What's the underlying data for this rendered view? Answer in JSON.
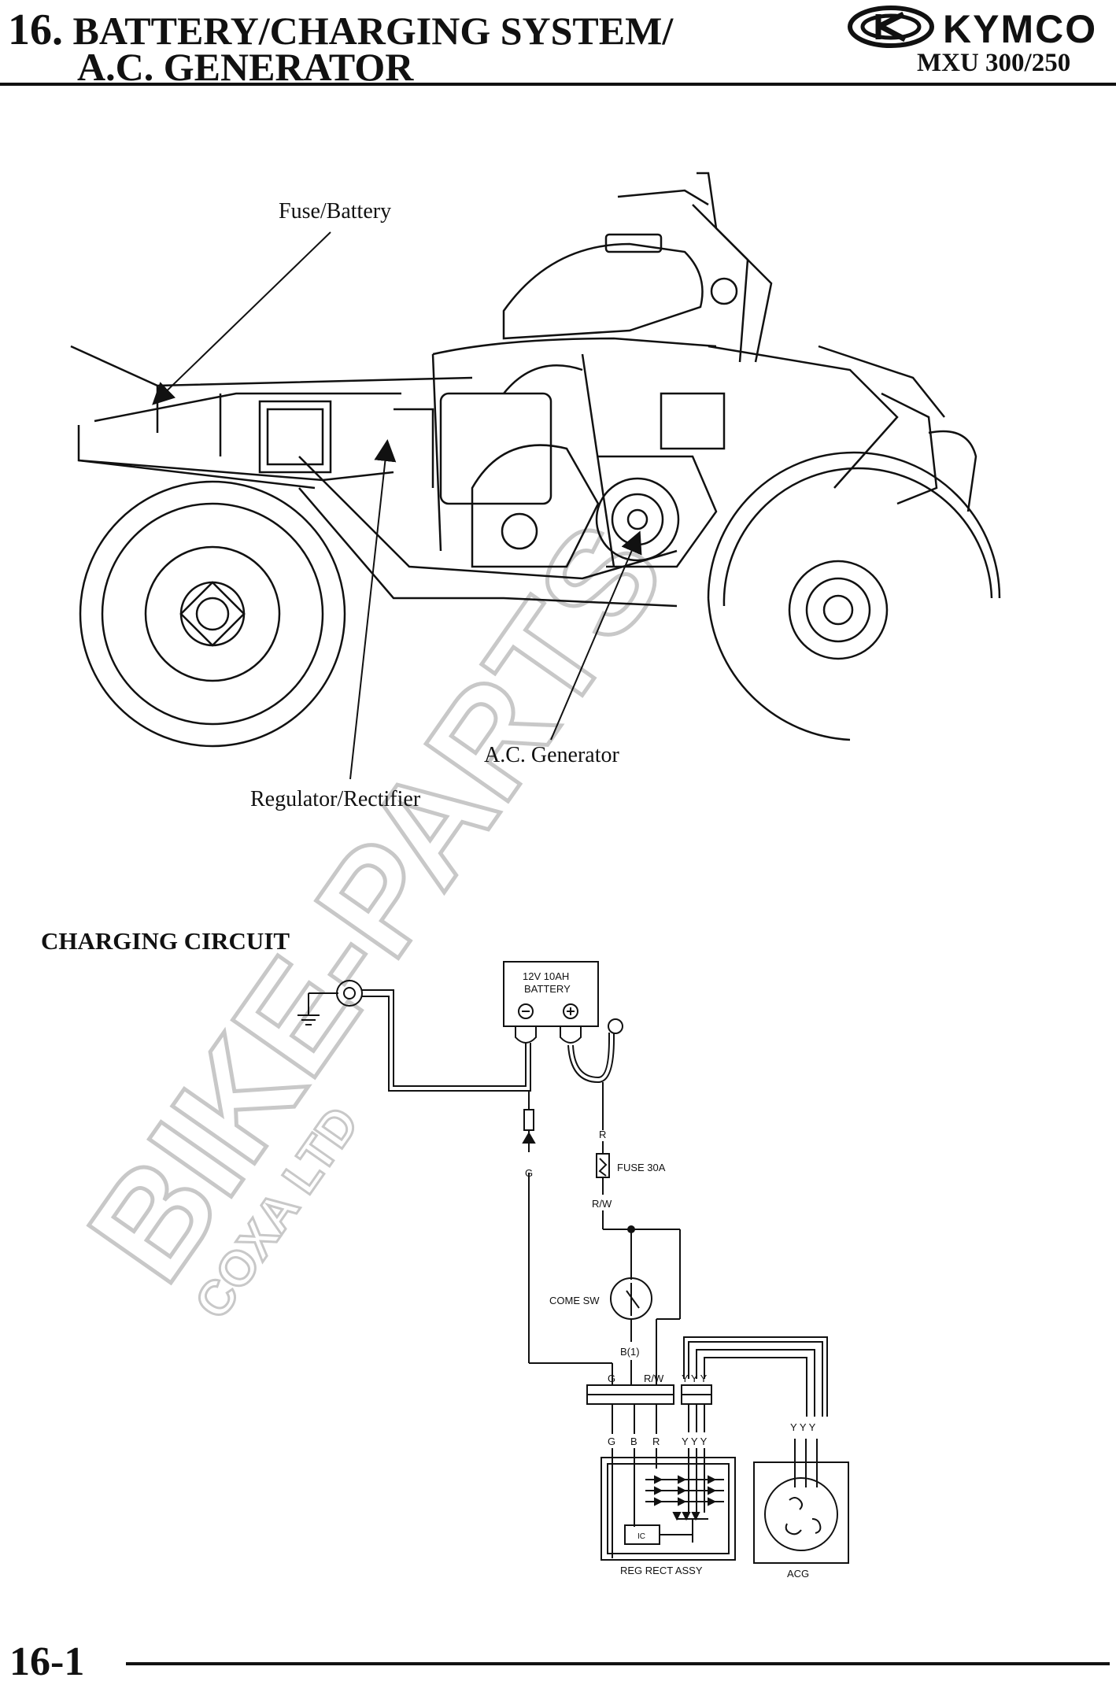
{
  "header": {
    "chapter_number": "16.",
    "title_line1": "BATTERY/CHARGING SYSTEM/",
    "title_line2": "A.C. GENERATOR",
    "brand": "KYMCO",
    "model": "MXU 300/250"
  },
  "figure_labels": {
    "fuse_battery": "Fuse/Battery",
    "ac_generator": "A.C. Generator",
    "regulator_rectifier": "Regulator/Rectifier"
  },
  "section_title": "CHARGING CIRCUIT",
  "circuit": {
    "battery_line1": "12V 10AH",
    "battery_line2": "BATTERY",
    "wire_g": "G",
    "wire_r": "R",
    "fuse_label": "FUSE 30A",
    "wire_rw": "R/W",
    "switch_label": "COME SW",
    "wire_b1": "B(1)",
    "wire_yyy": "Y Y Y",
    "conn_left_g": "G",
    "conn_left_rw": "R/W",
    "reg_b": "B",
    "ic_label": "IC",
    "reg_label": "REG RECT ASSY",
    "acg_label": "ACG"
  },
  "watermark": {
    "main": "BIKE-PARTS",
    "sub": "COXA LTD"
  },
  "footer": {
    "page_number": "16-1"
  },
  "colors": {
    "ink": "#111111",
    "watermark": "#c8c8c8"
  }
}
